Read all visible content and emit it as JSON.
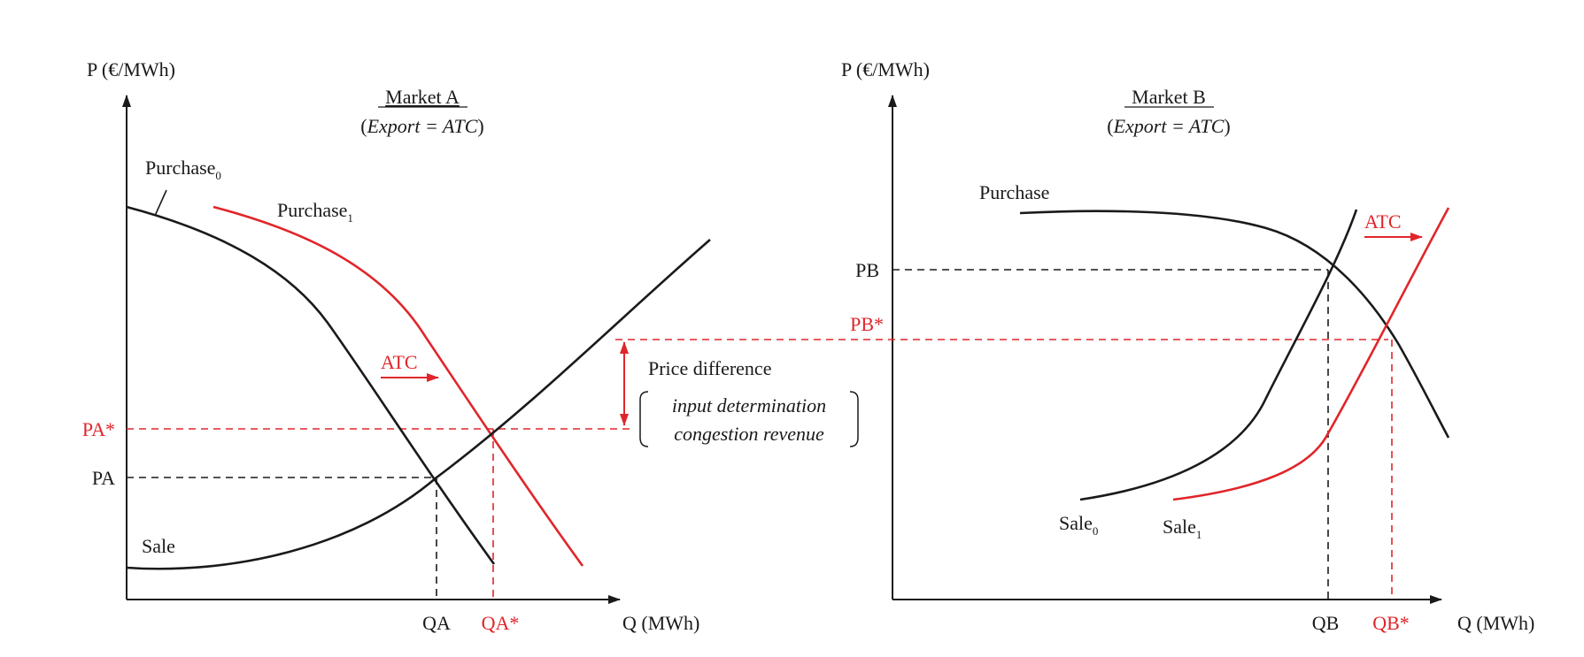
{
  "colors": {
    "black": "#1a1a1a",
    "red": "#e0262b"
  },
  "market_a": {
    "title": "Market A",
    "subtitle_open": "(",
    "subtitle_italic": "Export = ATC",
    "subtitle_close": ")",
    "y_axis_label": "P (€/MWh)",
    "x_axis_label": "Q (MWh)",
    "purchase0": {
      "base": "Purchase",
      "sub": "0"
    },
    "purchase1": {
      "base": "Purchase",
      "sub": "1"
    },
    "sale": "Sale",
    "atc": "ATC",
    "pa": "PA",
    "pa_star": "PA*",
    "qa": "QA",
    "qa_star": "QA*"
  },
  "price_difference": {
    "label": "Price difference",
    "line1": "input determination",
    "line2": "congestion revenue"
  },
  "market_b": {
    "title": "Market B",
    "subtitle_open": "(",
    "subtitle_italic": "Export = ATC",
    "subtitle_close": ")",
    "y_axis_label": "P (€/MWh)",
    "x_axis_label": "Q (MWh)",
    "purchase": "Purchase",
    "sale0": {
      "base": "Sale",
      "sub": "0"
    },
    "sale1": {
      "base": "Sale",
      "sub": "1"
    },
    "atc": "ATC",
    "pb": "PB",
    "pb_star": "PB*",
    "qb": "QB",
    "qb_star": "QB*"
  }
}
